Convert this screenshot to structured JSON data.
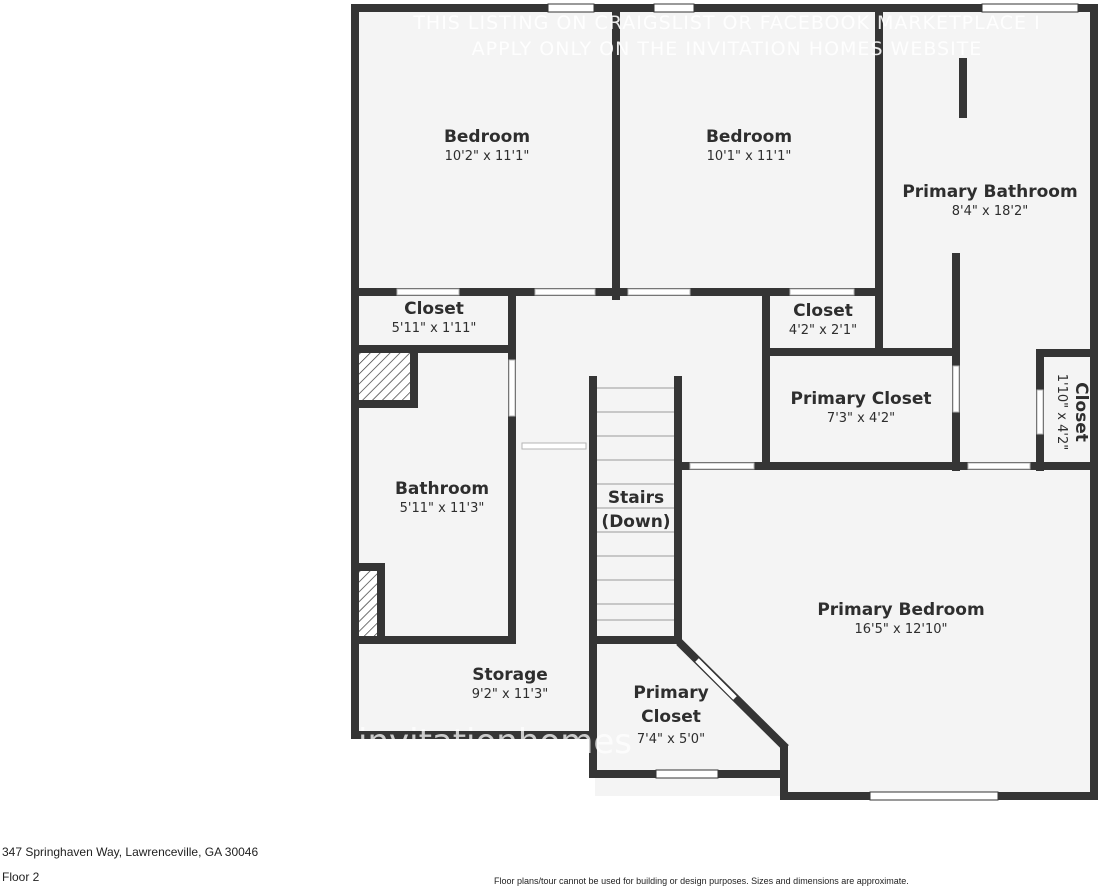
{
  "rooms": {
    "bedroom1": {
      "name": "Bedroom",
      "dims": "10'2\" x 11'1\""
    },
    "bedroom2": {
      "name": "Bedroom",
      "dims": "10'1\" x 11'1\""
    },
    "primary_bathroom": {
      "name": "Primary Bathroom",
      "dims": "8'4\" x 18'2\""
    },
    "closet1": {
      "name": "Closet",
      "dims": "5'11\" x 1'11\""
    },
    "closet2": {
      "name": "Closet",
      "dims": "4'2\" x 2'1\""
    },
    "primary_closet1": {
      "name": "Primary Closet",
      "dims": "7'3\" x 4'2\""
    },
    "closet3": {
      "name": "Closet",
      "dims": "1'10\" x 4'2\""
    },
    "bathroom": {
      "name": "Bathroom",
      "dims": "5'11\" x 11'3\""
    },
    "stairs": {
      "name_line1": "Stairs",
      "name_line2": "(Down)"
    },
    "primary_bedroom": {
      "name": "Primary Bedroom",
      "dims": "16'5\" x 12'10\""
    },
    "storage": {
      "name": "Storage",
      "dims": "9'2\" x 11'3\""
    },
    "primary_closet2": {
      "name_line1": "Primary",
      "name_line2": "Closet",
      "dims": "7'4\" x 5'0\""
    }
  },
  "watermark": {
    "line1": "THIS LISTING ON CRAIGSLIST OR FACEBOOK MARKETPLACE I",
    "line2": "APPLY ONLY ON THE INVITATION HOMES WEBSITE",
    "brand": "invitationhomes"
  },
  "footer": {
    "address": "347 Springhaven Way, Lawrenceville, GA 30046",
    "floor": "Floor 2",
    "disclaimer": "Floor plans/tour cannot be used for building or design purposes. Sizes and dimensions are approximate."
  },
  "colors": {
    "wall": "#353535",
    "floor": "#f4f4f4",
    "window": "#ffffff"
  }
}
